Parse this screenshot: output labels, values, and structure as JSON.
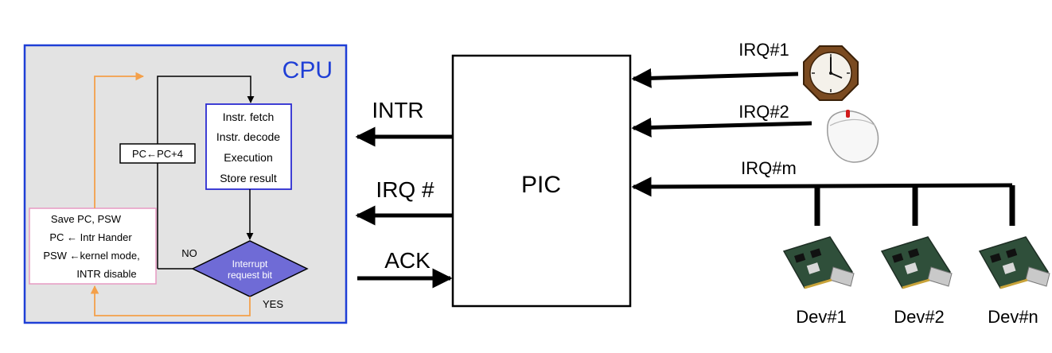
{
  "cpu": {
    "title": "CPU",
    "flow": {
      "instr_box": [
        "Instr. fetch",
        "Instr. decode",
        "Execution",
        "Store result"
      ],
      "pc_increment": "PC←PC+4",
      "interrupt_decision": [
        "Interrupt",
        "request bit"
      ],
      "no_label": "NO",
      "yes_label": "YES",
      "handler_box": [
        "Save PC, PSW",
        "PC ← Intr Hander",
        "PSW ←kernel mode,",
        "INTR disable"
      ]
    }
  },
  "signals": {
    "intr": "INTR",
    "irq_num": "IRQ #",
    "ack": "ACK"
  },
  "pic": {
    "label": "PIC"
  },
  "irq_lines": {
    "irq1": "IRQ#1",
    "irq2": "IRQ#2",
    "irqm": "IRQ#m"
  },
  "devices": [
    "Dev#1",
    "Dev#2",
    "Dev#n"
  ],
  "icons": {
    "clock": "clock-icon",
    "mouse": "mouse-icon",
    "device_card": "expansion-card-icon"
  },
  "colors": {
    "cpu_border": "#1f3fd6",
    "cpu_fill": "#e3e3e3",
    "cpu_title": "#1f3fd6",
    "instr_border": "#2b2bd1",
    "decision_fill": "#6f6bd6",
    "handler_border": "#e79ac3",
    "orange_arrow": "#f4a04a",
    "line": "#000000"
  }
}
